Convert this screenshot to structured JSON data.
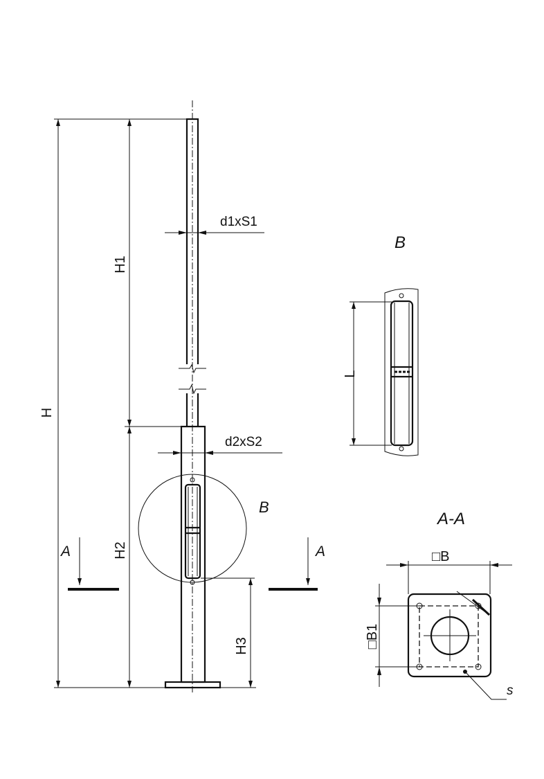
{
  "labels": {
    "H": "H",
    "H1": "H1",
    "H2": "H2",
    "H3": "H3",
    "d1xS1": "d1xS1",
    "d2xS2": "d2xS2",
    "detail_mark": "B",
    "detail_title": "B",
    "L": "L",
    "section_left": "A",
    "section_right": "A",
    "section_title": "A-A",
    "square_B": "□B",
    "square_B1": "□B1",
    "s": "s"
  }
}
